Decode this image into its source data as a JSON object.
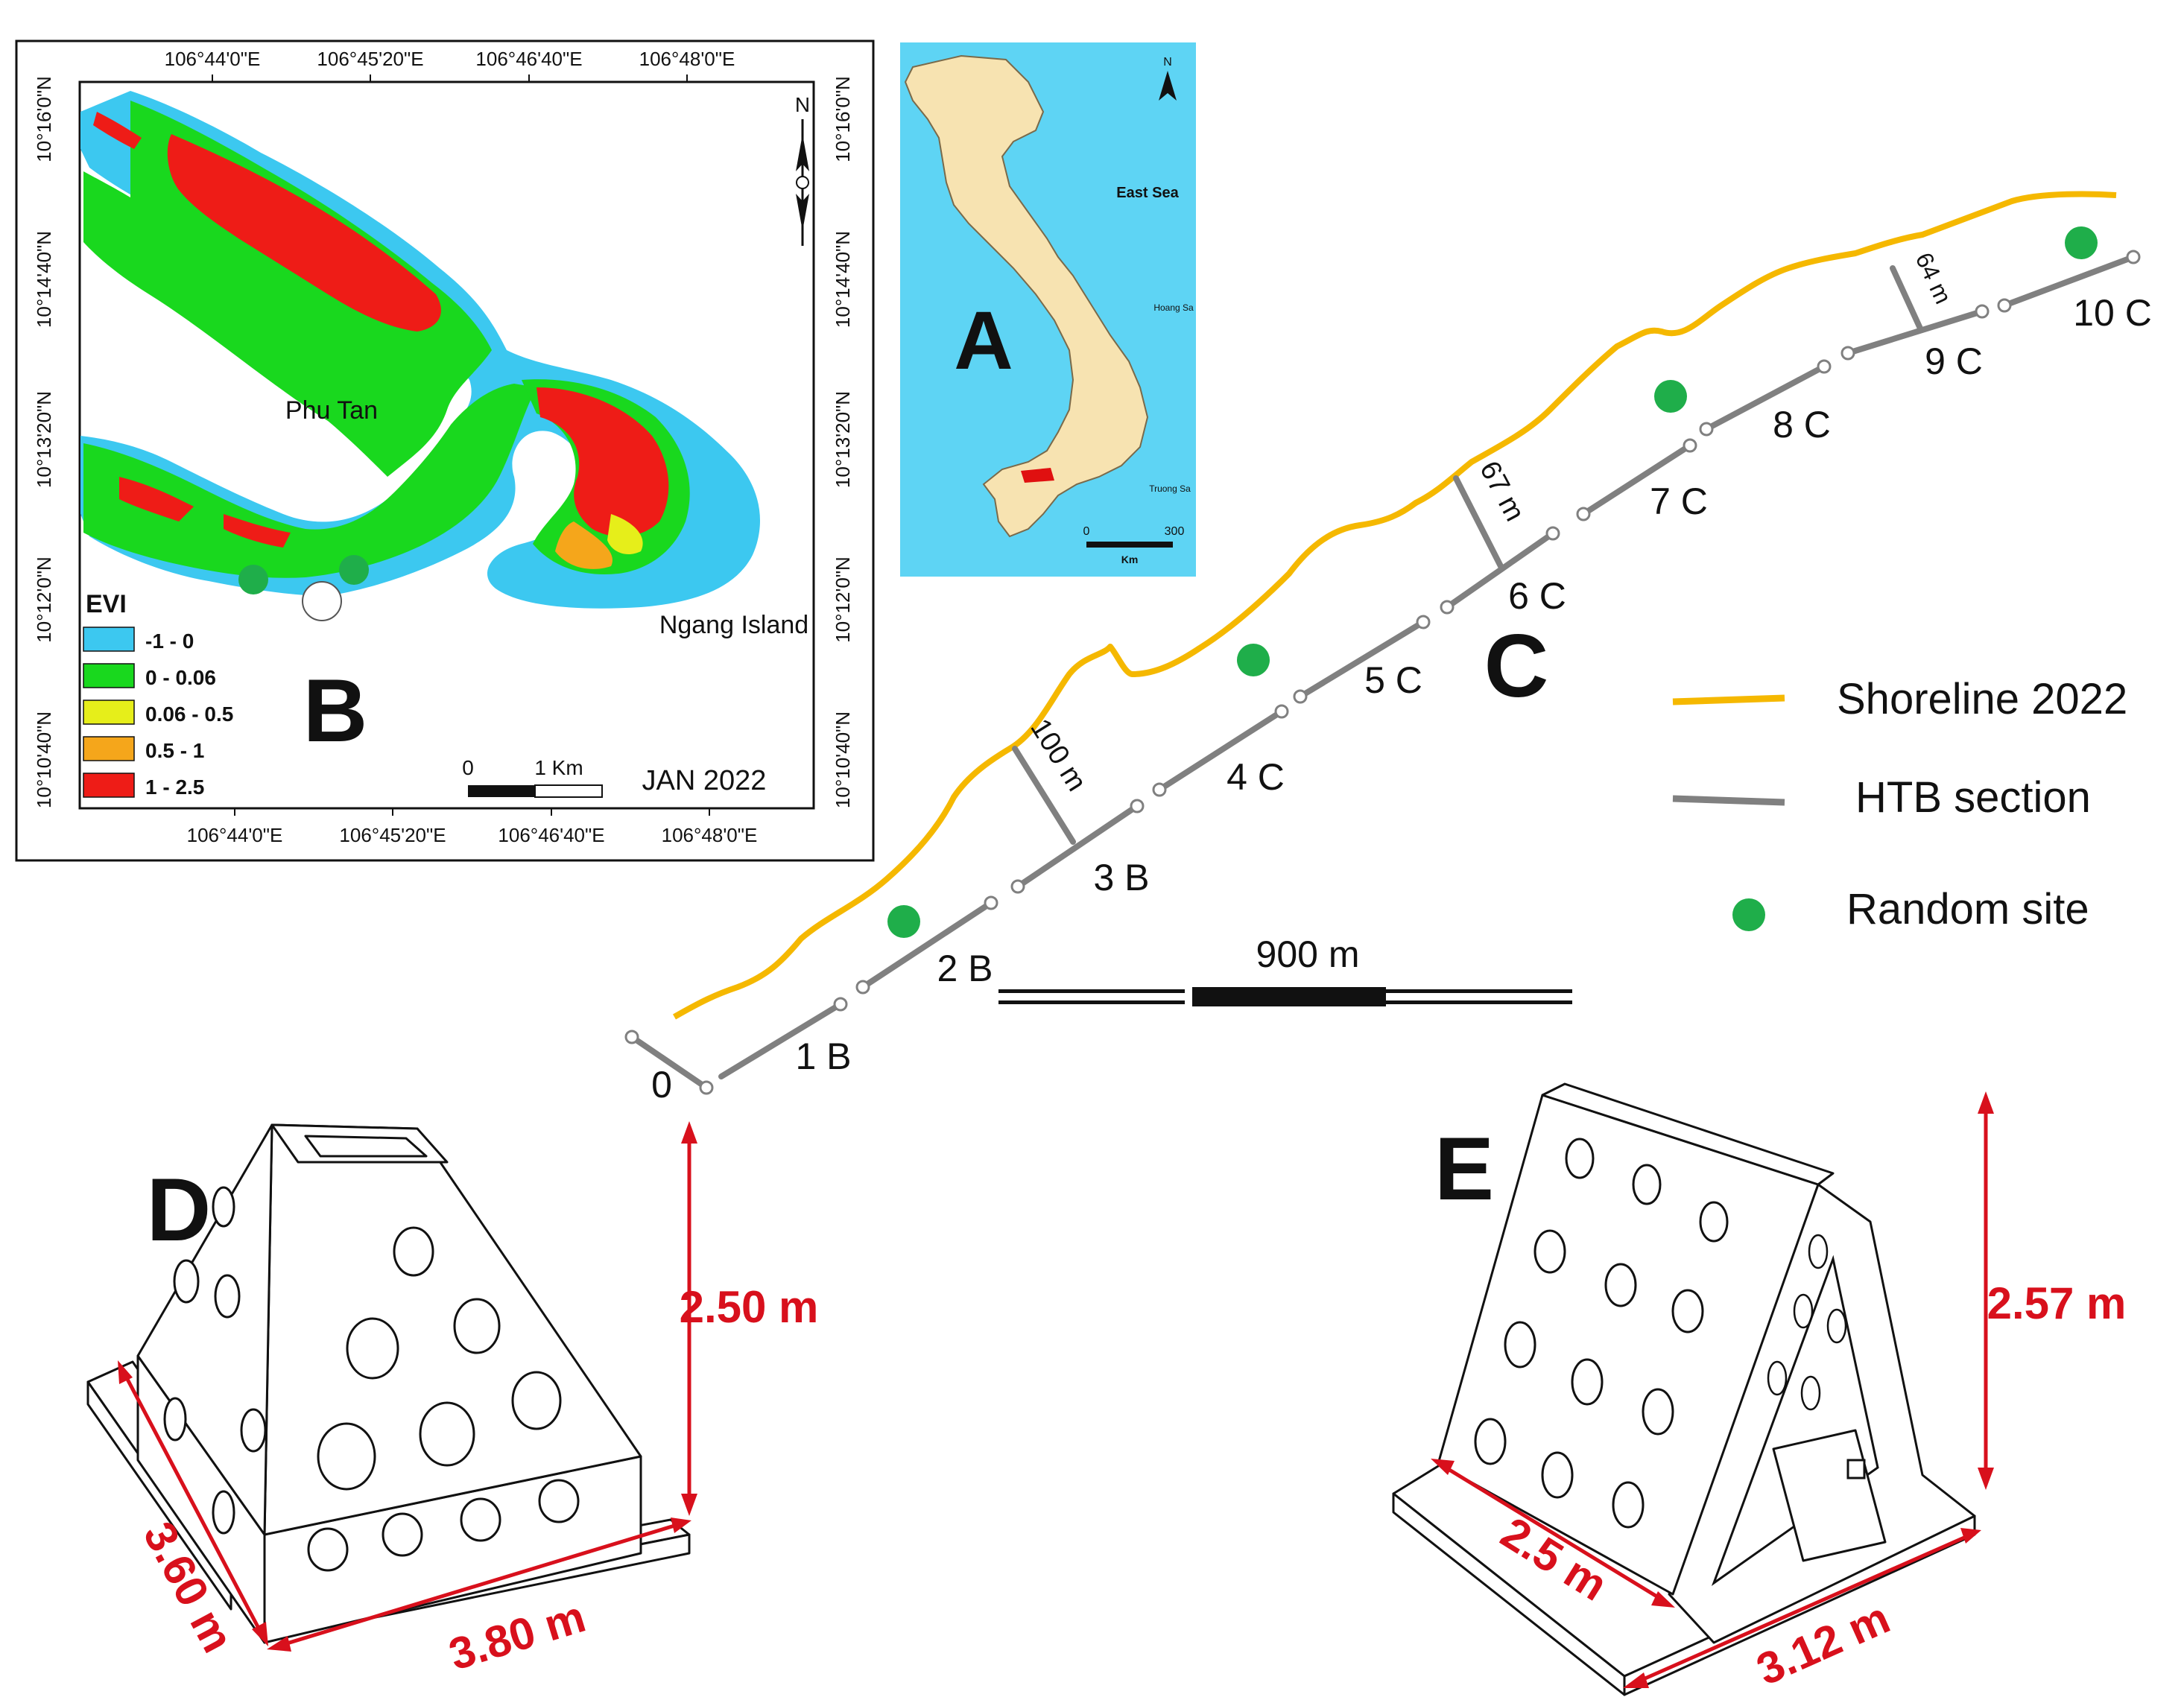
{
  "panel_a": {
    "letter": "A",
    "north": "N",
    "sea_label": "East Sea",
    "hoang_sa": "Hoang Sa",
    "truong_sa": "Truong Sa",
    "scale_zero": "0",
    "scale_max": "300",
    "scale_unit": "Km"
  },
  "panel_b": {
    "letter": "B",
    "top_ticks": [
      "106°44'0\"E",
      "106°45'20\"E",
      "106°46'40\"E",
      "106°48'0\"E"
    ],
    "bottom_ticks": [
      "106°44'0\"E",
      "106°45'20\"E",
      "106°46'40\"E",
      "106°48'0\"E"
    ],
    "left_ticks": [
      "10°16'0\"N",
      "10°14'40\"N",
      "10°13'20\"N",
      "10°12'0\"N",
      "10°10'40\"N"
    ],
    "right_ticks": [
      "10°16'0\"N",
      "10°14'40\"N",
      "10°13'20\"N",
      "10°12'0\"N",
      "10°10'40\"N"
    ],
    "north": "N",
    "place_phu_tan": "Phu Tan",
    "place_ngang": "Ngang Island",
    "date": "JAN 2022",
    "scale_zero": "0",
    "scale_label": "1 Km",
    "legend_title": "EVI",
    "legend": [
      {
        "label": "-1 - 0",
        "color": "#3cc8f0"
      },
      {
        "label": "0 - 0.06",
        "color": "#19d81e"
      },
      {
        "label": "0.06 - 0.5",
        "color": "#e6ee1a"
      },
      {
        "label": "0.5 - 1",
        "color": "#f5a61b"
      },
      {
        "label": "1 - 2.5",
        "color": "#ee1c17"
      }
    ]
  },
  "panel_c": {
    "letter": "C",
    "sections": [
      "0",
      "1 B",
      "2 B",
      "3 B",
      "4 C",
      "5 C",
      "6 C",
      "7 C",
      "8 C",
      "9 C",
      "10 C"
    ],
    "distances": [
      "100 m",
      "67 m",
      "64 m"
    ],
    "scale_label": "900 m",
    "legend": {
      "shoreline": "Shoreline 2022",
      "htb": "HTB section",
      "random": "Random site"
    },
    "colors": {
      "shoreline": "#f5b800",
      "htb": "#808080",
      "random": "#1fae4a"
    }
  },
  "panel_d": {
    "letter": "D",
    "height": "2.50 m",
    "width": "3.60 m",
    "length": "3.80 m"
  },
  "panel_e": {
    "letter": "E",
    "height": "2.57 m",
    "width": "2.5 m",
    "length": "3.12 m"
  },
  "accent_color": "#d8101c"
}
